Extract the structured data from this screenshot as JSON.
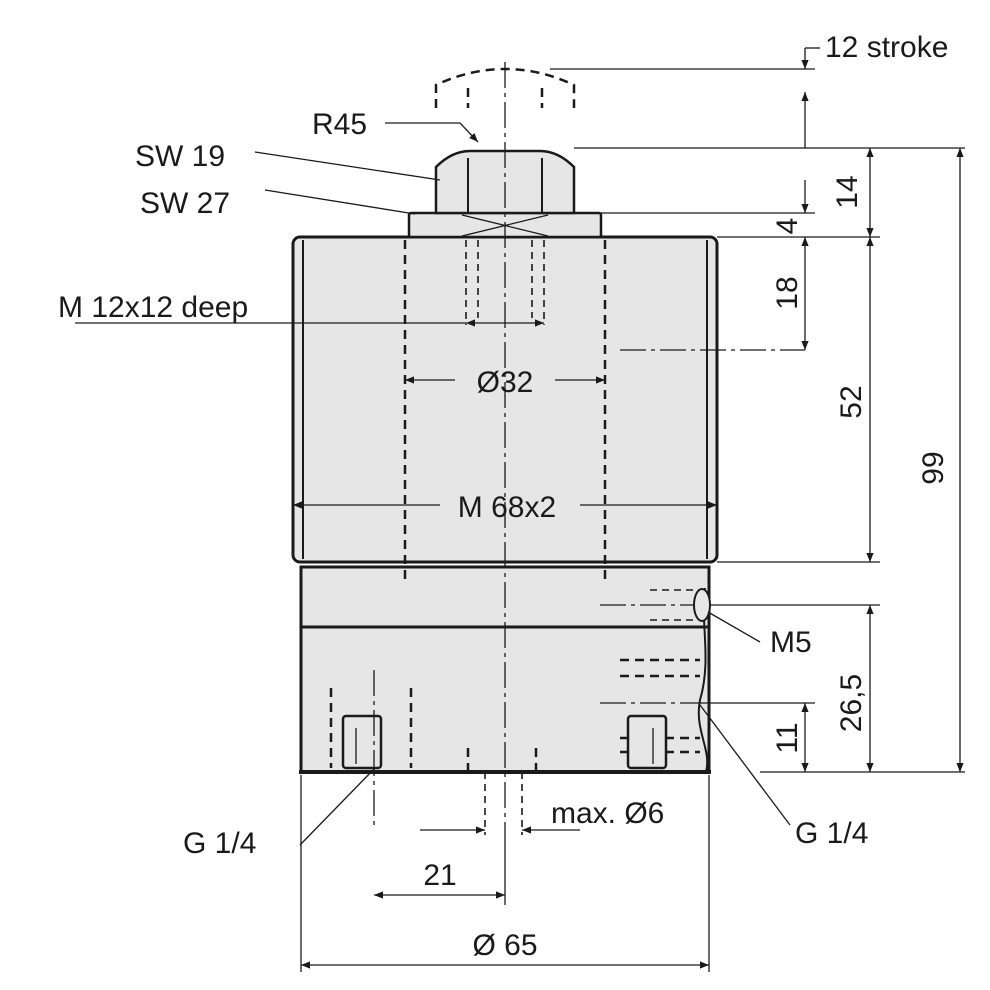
{
  "labels": {
    "stroke": "12 stroke",
    "radius": "R45",
    "sw19": "SW 19",
    "sw27": "SW 27",
    "thread_deep": "M 12x12 deep",
    "bore": "Ø32",
    "thread_body": "M 68x2",
    "port_m5": "M5",
    "port_left": "G 1/4",
    "port_right": "G 1/4",
    "max_dia": "max. Ø6",
    "offset": "21",
    "base_dia": "Ø 65",
    "dim_14": "14",
    "dim_4": "4",
    "dim_18": "18",
    "dim_52": "52",
    "dim_99": "99",
    "dim_26_5": "26,5",
    "dim_11": "11"
  },
  "colors": {
    "line": "#1a1a1a",
    "body_fill": "#e6e6e6",
    "background": "#ffffff"
  }
}
